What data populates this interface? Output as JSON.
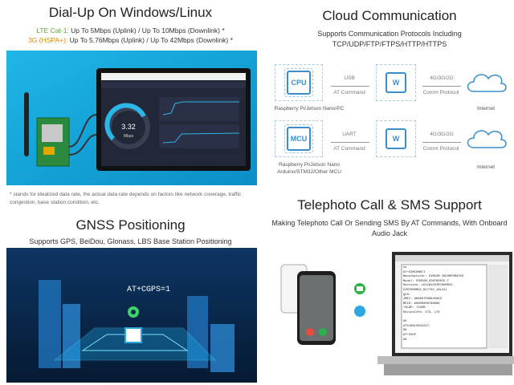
{
  "dialup": {
    "title": "Dial-Up On Windows/Linux",
    "lte_label": "LTE Cat-1:",
    "lte_text": " Up To 5Mbps (Uplink) / Up To 10Mbps (Downlink) *",
    "hspa_label": "3G (HSPA+):",
    "hspa_text": " Up To 5.76Mbps (Uplink) / Up To 42Mbps (Downlink) *",
    "speed_value": "3.32",
    "speed_unit": "Mbps",
    "note": "* stands for idealized data rate, the actual data rate depends on factors like network coverage, traffic congestion, base station condition, etc."
  },
  "cloud": {
    "title": "Cloud Communication",
    "subtitle_line1": "Supports Communication Protocols Including",
    "subtitle_line2": "TCP/UDP/FTP/FTPS/HTTP/HTTPS",
    "row1": {
      "chip": "CPU",
      "link1_label": "USB",
      "link1_sub": "AT Command",
      "link2_label": "4G/3G/2G",
      "link2_sub": "Comm Protocol",
      "left_caption": "Raspberry Pi/Jetson Nano/PC",
      "right_caption": "Internet"
    },
    "row2": {
      "chip": "MCU",
      "link1_label": "UART",
      "link1_sub": "AT Command",
      "link2_label": "4G/3G/2G",
      "link2_sub": "Comm Protocol",
      "left_caption_line1": "Raspberry Pi/Jetson Nano",
      "left_caption_line2": "Arduino/STM32/Other MCU",
      "right_caption": "Internet"
    }
  },
  "gnss": {
    "title": "GNSS Positioning",
    "subtitle": "Supports GPS, BeiDou, Glonass, LBS Base Station Positioning",
    "cmd": "AT+CGPS=1"
  },
  "tele": {
    "title": "Telephoto Call & SMS Support",
    "subtitle_line1": "Making Telephoto Call Or Sending SMS By AT Commands, With Onboard",
    "subtitle_line2": "Audio Jack",
    "terminal_lines": [
      "OK",
      "AT+SIMCOMATI",
      "Manufacturer: SIMCOM INCORPORATED",
      "Model: SIMCOM_SIM7600CE-T",
      "Revision: LE11B15SIM7600M22",
      "SIM7600M22_B17702_181211",
      "QCN:",
      "IMEI: 868687038845063",
      "MEID: A0000006789688",
      "+GCAP: +CGSM",
      "DeviceInfo: 173, 176",
      "",
      "OK",
      "ATD18813032227;",
      "OK",
      "AT+CHUP",
      "OK"
    ],
    "colors": {
      "accent_green": "#2db24a",
      "accent_blue": "#2ea7e0"
    }
  }
}
